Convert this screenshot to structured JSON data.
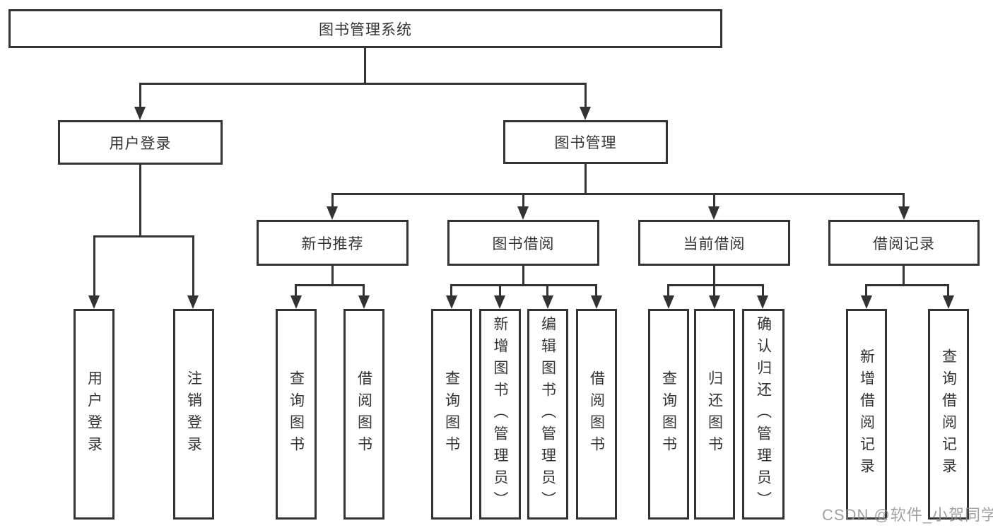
{
  "diagram": {
    "root": {
      "label": "图书管理系统"
    },
    "branches": [
      {
        "label": "用户登录",
        "children": [
          {
            "label": "用户登录"
          },
          {
            "label": "注销登录"
          }
        ]
      },
      {
        "label": "图书管理",
        "children": [
          {
            "label": "新书推荐",
            "children": [
              {
                "label": "查询图书"
              },
              {
                "label": "借阅图书"
              }
            ]
          },
          {
            "label": "图书借阅",
            "children": [
              {
                "label": "查询图书"
              },
              {
                "label": "新增图书（管理员）"
              },
              {
                "label": "编辑图书（管理员）"
              },
              {
                "label": "借阅图书"
              }
            ]
          },
          {
            "label": "当前借阅",
            "children": [
              {
                "label": "查询图书"
              },
              {
                "label": "归还图书"
              },
              {
                "label": "确认归还（管理员）"
              }
            ]
          },
          {
            "label": "借阅记录",
            "children": [
              {
                "label": "新增借阅记录"
              },
              {
                "label": "查询借阅记录"
              }
            ]
          }
        ]
      }
    ],
    "colors": {
      "line": "#333333",
      "background": "#ffffff",
      "watermark_gray": "#919191"
    },
    "watermark": "CSDN @软件_小贺同学"
  }
}
